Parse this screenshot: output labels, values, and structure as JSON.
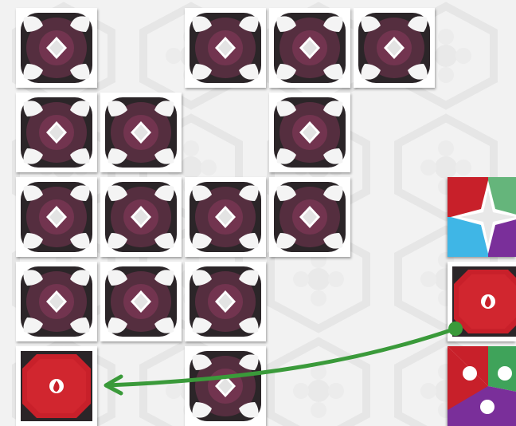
{
  "board": {
    "rows": [
      [
        "back",
        "empty",
        "back",
        "back",
        "back"
      ],
      [
        "back",
        "back",
        "empty",
        "back",
        "empty"
      ],
      [
        "back",
        "back",
        "back",
        "back",
        "empty"
      ],
      [
        "back",
        "back",
        "back",
        "empty",
        "empty"
      ],
      [
        "fire",
        "empty",
        "back",
        "empty",
        "empty"
      ]
    ]
  },
  "side_panel": {
    "tiles": [
      "spirit-star",
      "fire",
      "tri-element"
    ]
  },
  "move": {
    "from": "side-tile-2",
    "to": "board-cell-r5-c1"
  },
  "colors": {
    "tile_back_dark": "#2b2528",
    "tile_back_glow": "#8a3a5c",
    "fire_red": "#c8202a",
    "air_blue": "#3fb6e6",
    "earth_green": "#3fa35a",
    "spirit_purple": "#7a2f9a",
    "arrow_green": "#3a9a3a"
  }
}
